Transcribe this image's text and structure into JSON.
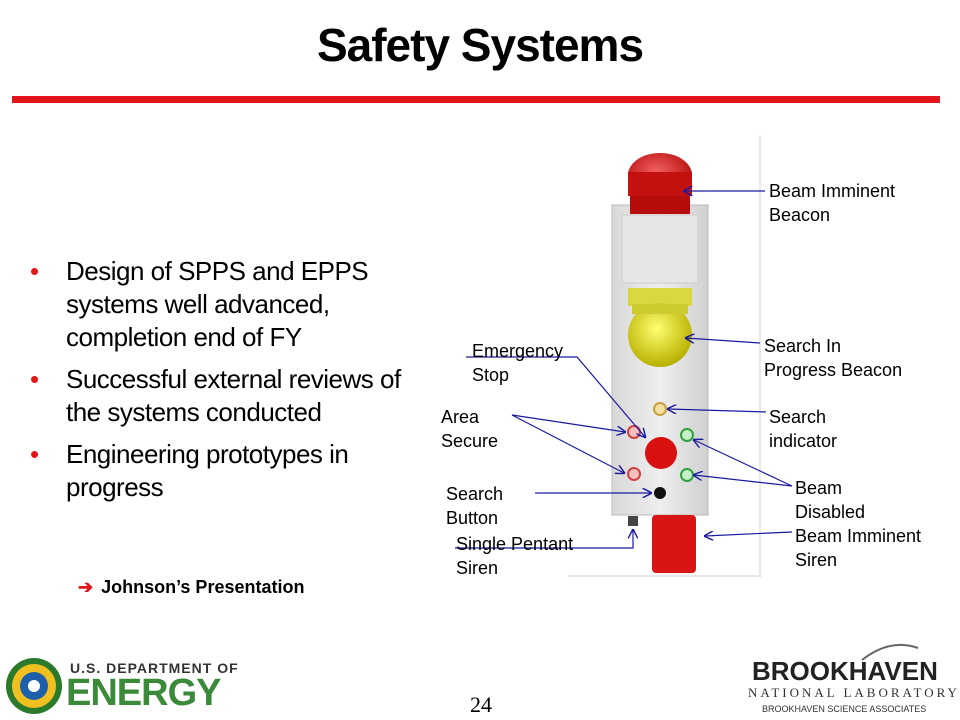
{
  "slide": {
    "title": "Safety Systems",
    "bullets": [
      "Design of SPPS and EPPS systems well advanced, completion end of FY",
      "Successful external reviews of the systems conducted",
      "Engineering prototypes in progress"
    ],
    "presentation_link": "Johnson’s Presentation",
    "page_number": "24"
  },
  "diagram": {
    "labels": {
      "beam_imminent_beacon": [
        "Beam Imminent",
        "Beacon"
      ],
      "search_in_progress_beacon": [
        "Search In",
        "Progress Beacon"
      ],
      "emergency_stop": [
        "Emergency",
        "Stop"
      ],
      "area_secure": [
        "Area",
        "Secure"
      ],
      "search_indicator": [
        "Search",
        "indicator"
      ],
      "beam_disabled": [
        "Beam",
        "Disabled"
      ],
      "search_button": [
        "Search",
        "Button"
      ],
      "beam_imminent_siren": [
        "Beam Imminent",
        "Siren"
      ],
      "single_pentant_siren": [
        "Single Pentant",
        "Siren"
      ]
    }
  },
  "footer": {
    "doe_line1": "U.S. DEPARTMENT OF",
    "doe_line2": "ENERGY",
    "bnl_line1": "BROOKHAVEN",
    "bnl_line2": "NATIONAL LABORATORY",
    "bnl_line3": "BROOKHAVEN SCIENCE ASSOCIATES"
  },
  "colors": {
    "accent_red": "#e0161b",
    "doe_green": "#3a8a3a"
  }
}
